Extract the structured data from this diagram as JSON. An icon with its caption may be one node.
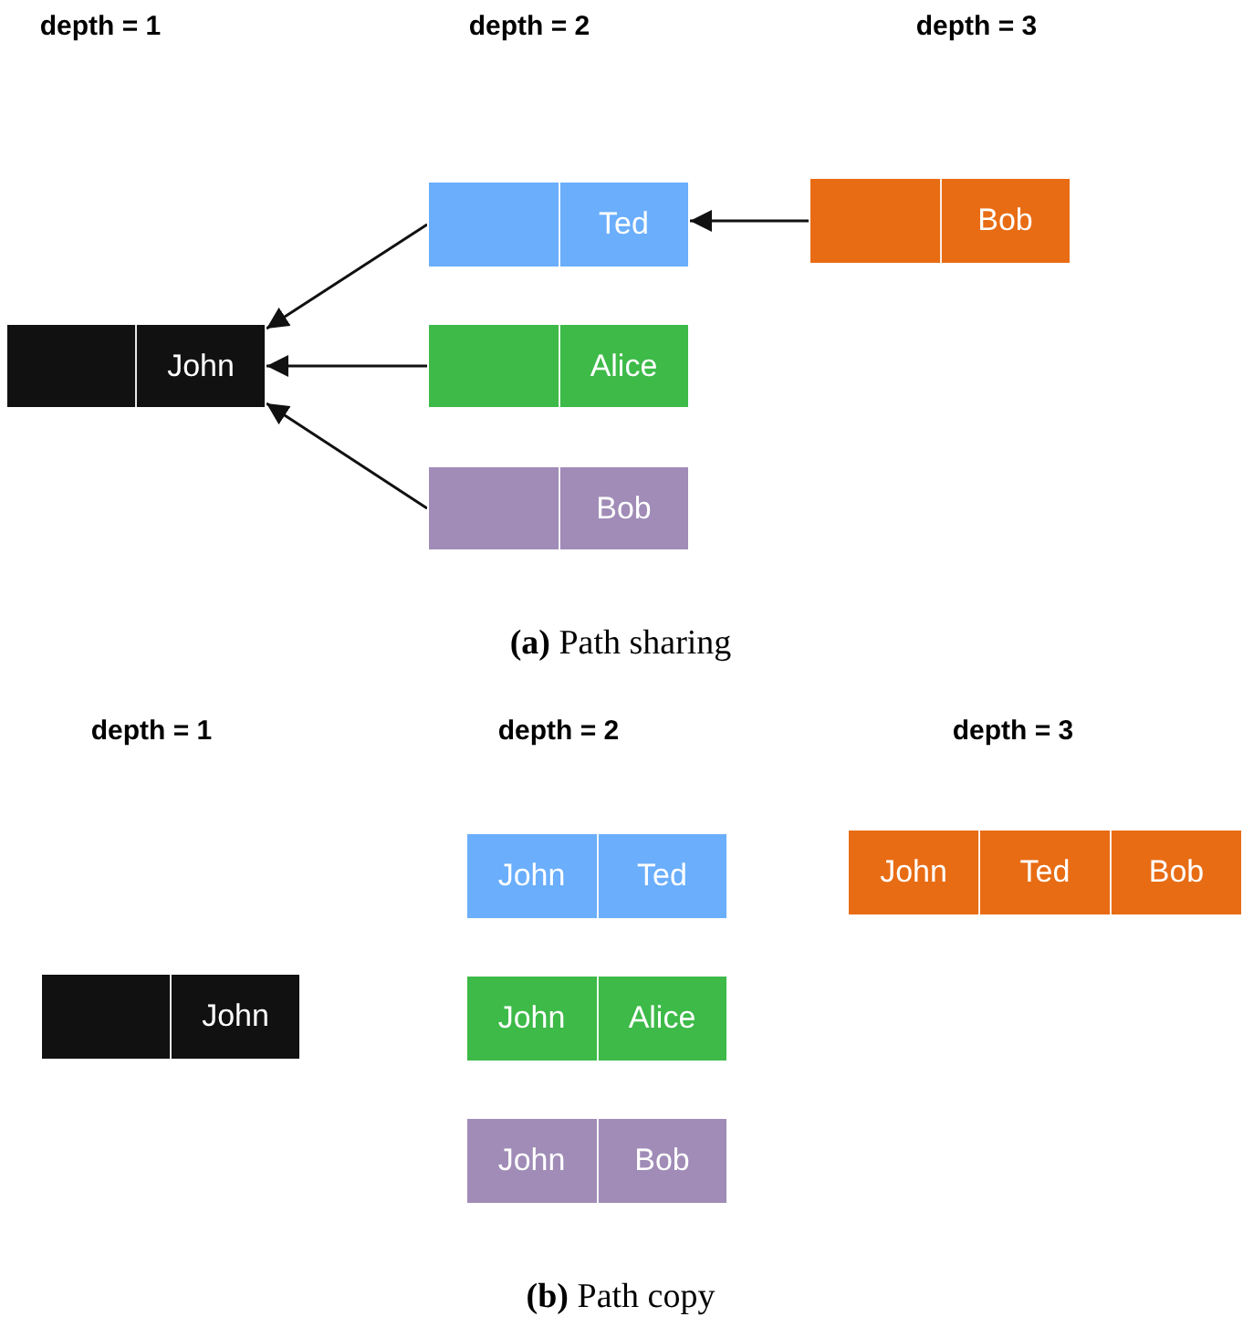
{
  "diagram": {
    "nodes": [
      {
        "text": [
          "John"
        ]
      },
      {
        "text": [
          "Ted"
        ]
      },
      {
        "text": [
          "Alice"
        ]
      },
      {
        "text": [
          "Bob"
        ]
      },
      {
        "text": [
          "Bob"
        ]
      },
      {
        "text": [
          "John"
        ]
      },
      {
        "text": [
          "John",
          "Ted"
        ]
      },
      {
        "text": [
          "John",
          "Alice"
        ]
      },
      {
        "text": [
          "John",
          "Bob"
        ]
      },
      {
        "text": [
          "John",
          "Ted",
          "Bob"
        ]
      }
    ],
    "edges": [
      {
        "from": 1,
        "to": 0,
        "arrow": "to"
      },
      {
        "from": 2,
        "to": 0,
        "arrow": "to"
      },
      {
        "from": 3,
        "to": 0,
        "arrow": "to"
      },
      {
        "from": 4,
        "to": 1,
        "arrow": "to"
      }
    ],
    "labels": [
      "depth = 1",
      "depth = 2",
      "depth = 3",
      "**(a)** Path sharing",
      "depth = 1",
      "depth = 2",
      "depth = 3",
      "**(b)** Path copy"
    ]
  }
}
